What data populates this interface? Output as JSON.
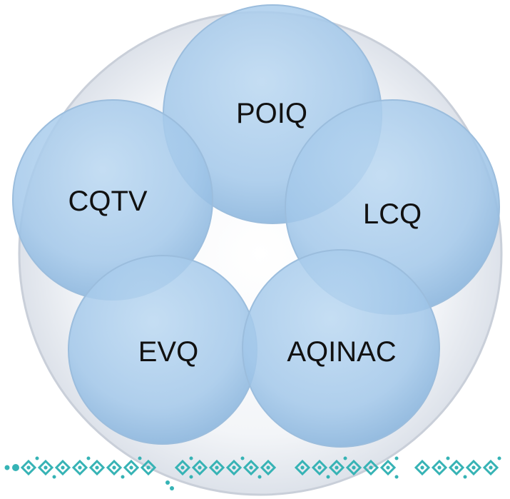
{
  "diagram": {
    "title": "",
    "circles": [
      {
        "label": "POIQ"
      },
      {
        "label": "CQTV"
      },
      {
        "label": "LCQ"
      },
      {
        "label": "EVQ"
      },
      {
        "label": "AQINAC"
      }
    ]
  },
  "colors": {
    "outer_ring_fill": "#eceff4",
    "outer_ring_stroke": "#cdd3dd",
    "circle_fill": "#a9ccec",
    "circle_stroke": "#8fb3d6",
    "decor": "#36b3b5"
  },
  "icons": {
    "decoration": "teal-ornament-band-icon"
  }
}
